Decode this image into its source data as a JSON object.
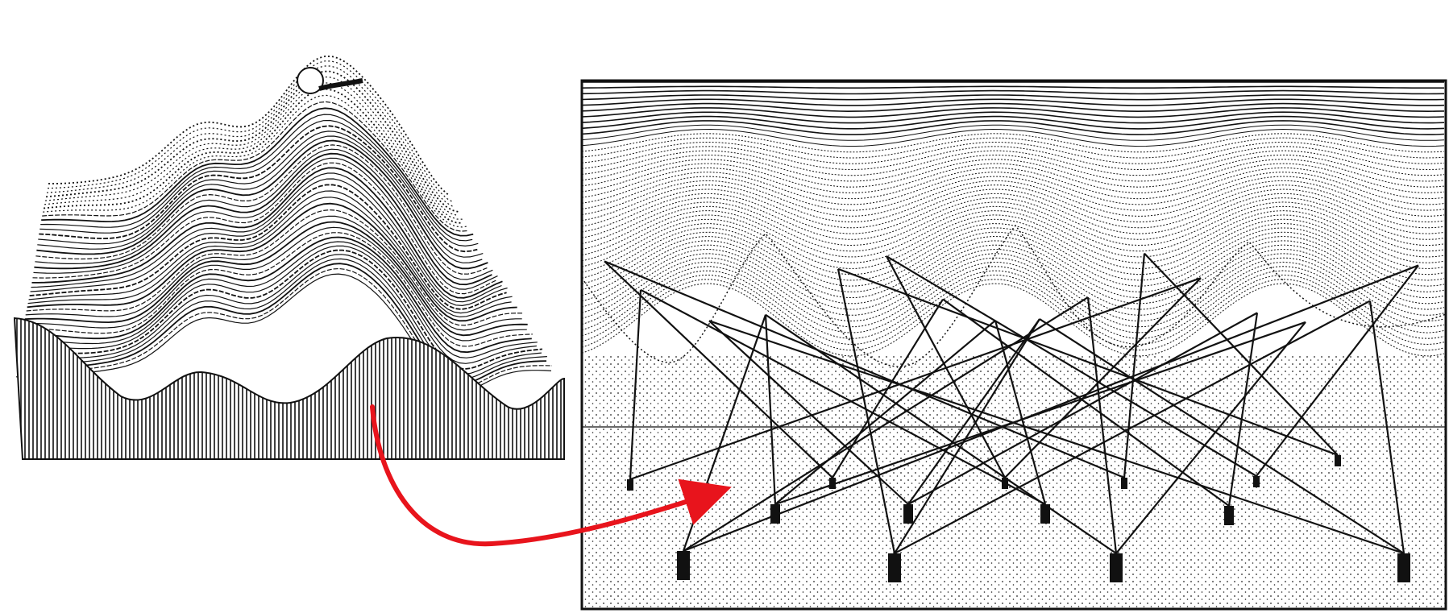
{
  "figure": {
    "left_panel": {
      "subject": "epigenetic-landscape-surface",
      "ball": "marble"
    },
    "right_panel": {
      "subject": "underside-pegs-and-guy-ropes",
      "peg_count": 14,
      "rope_count": 34
    },
    "connector": {
      "color": "#e8141c"
    },
    "ink_color": "#111111",
    "paper_color": "#ffffff"
  }
}
